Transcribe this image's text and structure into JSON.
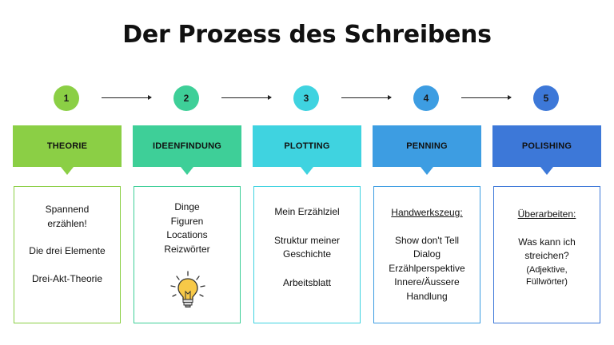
{
  "title": "Der Prozess des Schreibens",
  "colors": [
    "#8bcf45",
    "#3ecf98",
    "#3fd3e0",
    "#3d9de2",
    "#3d78d8"
  ],
  "steps": [
    {
      "number": "1",
      "phase": "THEORIE",
      "lines": [
        "Spannend",
        "erzählen!",
        "Die drei Elemente",
        "Drei-Akt-Theorie"
      ]
    },
    {
      "number": "2",
      "phase": "IDEENFINDUNG",
      "lines": [
        "Dinge",
        "Figuren",
        "Locations",
        "Reizwörter"
      ]
    },
    {
      "number": "3",
      "phase": "PLOTTING",
      "lines": [
        "Mein Erzählziel",
        "Struktur meiner",
        "Geschichte",
        "Arbeitsblatt"
      ]
    },
    {
      "number": "4",
      "phase": "PENNING",
      "heading": "Handwerkszeug:",
      "lines": [
        "Show don't Tell",
        "Dialog",
        "Erzählperspektive",
        "Innere/Äussere",
        "Handlung"
      ]
    },
    {
      "number": "5",
      "phase": "POLISHING",
      "heading": "Überarbeiten:",
      "lines": [
        "Was kann ich",
        "streichen?",
        "(Adjektive,",
        "Füllwörter)"
      ]
    }
  ]
}
